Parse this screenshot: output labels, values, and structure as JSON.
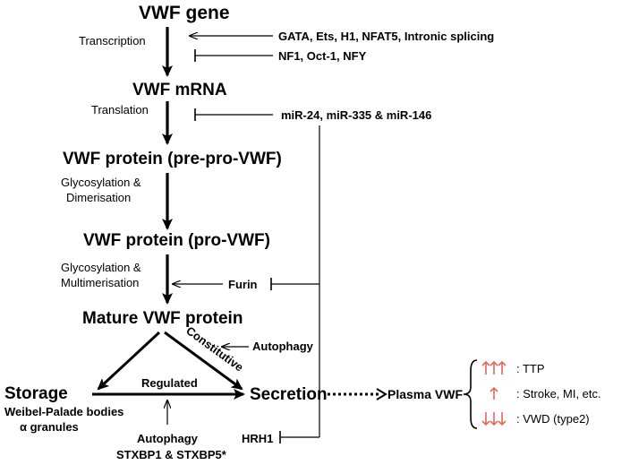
{
  "nodes": {
    "gene": "VWF gene",
    "mrna": "VWF mRNA",
    "prepro": "VWF protein (pre-pro-VWF)",
    "pro": "VWF protein (pro-VWF)",
    "mature": "Mature VWF protein",
    "storage": "Storage",
    "storage_sub1": "Weibel-Palade bodies",
    "storage_sub2": "α granules",
    "secretion": "Secretion",
    "plasma": "Plasma VWF"
  },
  "steps": {
    "transcription": "Transcription",
    "translation": "Translation",
    "glyco1_line1": "Glycosylation &",
    "glyco1_line2": "Dimerisation",
    "glyco2_line1": "Glycosylation &",
    "glyco2_line2": "Multimerisation",
    "constitutive": "Constitutive",
    "regulated": "Regulated"
  },
  "regulators": {
    "transcription_promoters": "GATA, Ets, H1, NFAT5, Intronic splicing",
    "transcription_inhibitors": "NF1, Oct-1, NFY",
    "translation_inhibitors": "miR-24, miR-335 & miR-146",
    "furin": "Furin",
    "autophagy_constitutive": "Autophagy",
    "hrh1": "HRH1",
    "regulated_line1": "Autophagy",
    "regulated_line2": "STXBP1 & STXBP5*"
  },
  "legend": [
    {
      "arrows": "up-up-up",
      "label": ": TTP"
    },
    {
      "arrows": "up",
      "label": ": Stroke, MI, etc."
    },
    {
      "arrows": "down-down-down",
      "label": ": VWD (type2)"
    }
  ],
  "colors": {
    "arrows": "#000000",
    "legend_arrows": "#e8665a"
  }
}
